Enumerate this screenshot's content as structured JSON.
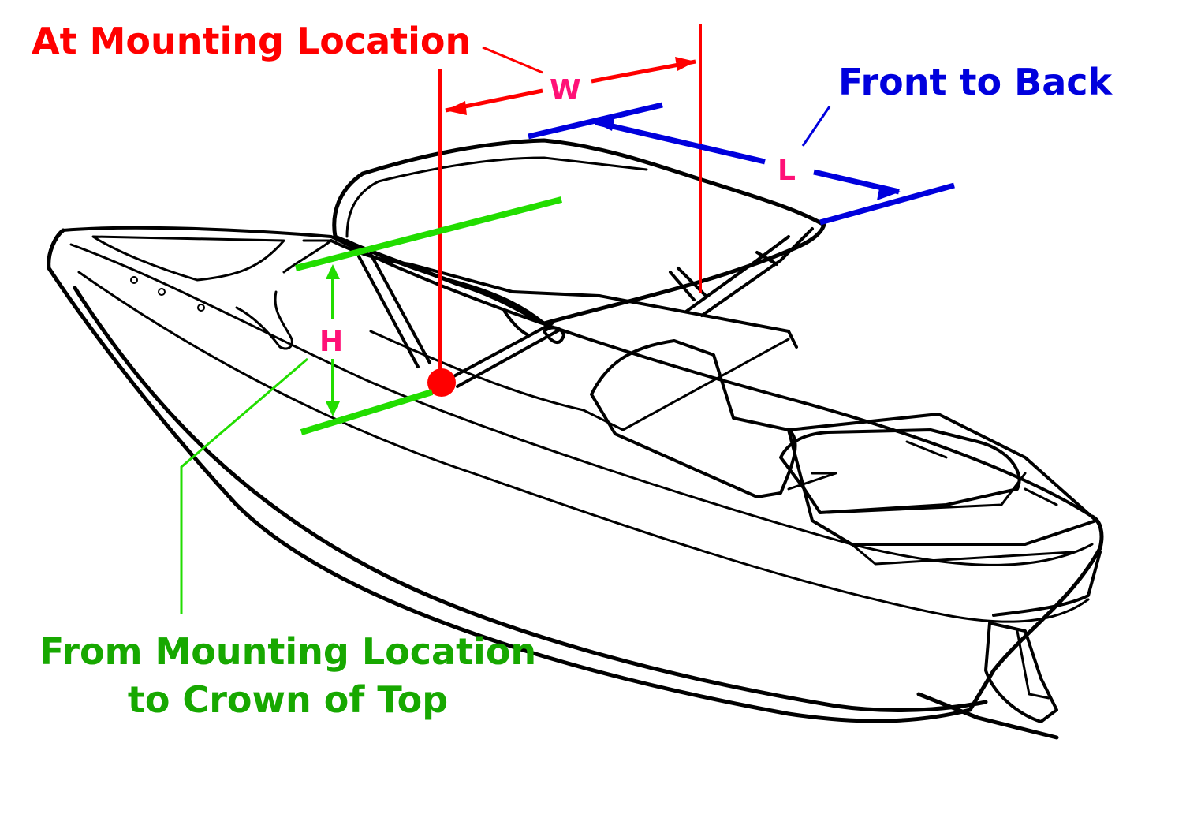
{
  "labels": {
    "width_heading": "At Mounting Location",
    "length_heading": "Front to Back",
    "height_heading_line1": "From Mounting Location",
    "height_heading_line2": "to Crown of Top",
    "width_marker": "W",
    "length_marker": "L",
    "height_marker": "H"
  },
  "colors": {
    "width": "#ff0000",
    "length": "#0000dd",
    "height": "#22dd00",
    "height_text": "#17a800",
    "marker": "#ff1177",
    "outline": "#000000"
  },
  "icons": {
    "subject": "bimini-top-boat-illustration",
    "mount_point": "mounting-point-dot"
  }
}
